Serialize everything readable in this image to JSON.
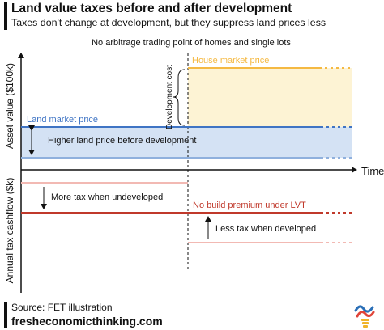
{
  "header": {
    "title": "Land value taxes before and after development",
    "subtitle": "Taxes don't change at development, but they suppress land prices less"
  },
  "chart": {
    "top_note": "No arbitrage trading point of homes and single lots",
    "y_axis_upper": "Asset value ($100k)",
    "y_axis_lower": "Annual tax cashflow ($k)",
    "x_axis": "Time",
    "house_market_price": "House market price",
    "development_cost": "Development cost",
    "land_market_price": "Land market price",
    "higher_land_price": "Higher land price before development",
    "more_tax": "More tax when undeveloped",
    "no_build_premium": "No build premium under LVT",
    "less_tax": "Less tax when developed",
    "colors": {
      "house": "#f5b942",
      "house_fill": "#fdf3d4",
      "land": "#3f74c4",
      "land_light": "#8fb0dd",
      "land_fill": "#d4e2f4",
      "tax": "#c0392b",
      "tax_light": "#f2b9b3"
    }
  },
  "footer": {
    "source": "Source: FET illustration",
    "site": "fresheconomicthinking.com",
    "logo_icon": "lightbulb-logo-icon"
  }
}
